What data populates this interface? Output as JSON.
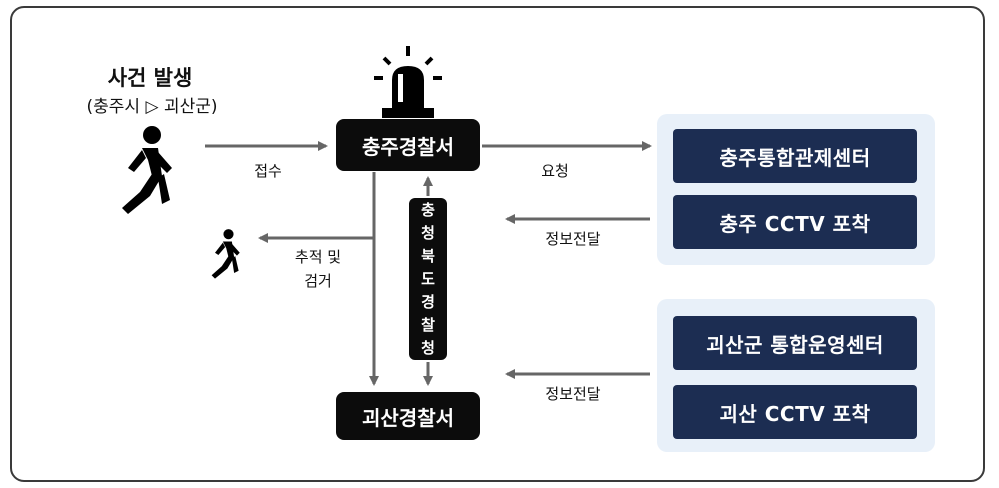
{
  "incident": {
    "title": "사건 발생",
    "subtitle": "(충주시 ▷ 괴산군)"
  },
  "nodes": {
    "chungju_police": "충주경찰서",
    "goesan_police": "괴산경찰서",
    "provincial_police": "충청북도경찰청",
    "chungju_center": "충주통합관제센터",
    "chungju_cctv": "충주 CCTV 포착",
    "goesan_center": "괴산군 통합운영센터",
    "goesan_cctv": "괴산 CCTV 포착"
  },
  "edges": {
    "report": "접수",
    "request": "요청",
    "info_transfer_1": "정보전달",
    "info_transfer_2": "정보전달",
    "pursuit_line1": "추적 및",
    "pursuit_line2": "검거"
  },
  "colors": {
    "navy": "#1c2d52",
    "panel": "#e8f0f9",
    "black": "#0c0c0c",
    "arrow": "#666666"
  },
  "icons": [
    "running-person-icon",
    "small-running-person-icon",
    "siren-light-icon"
  ]
}
